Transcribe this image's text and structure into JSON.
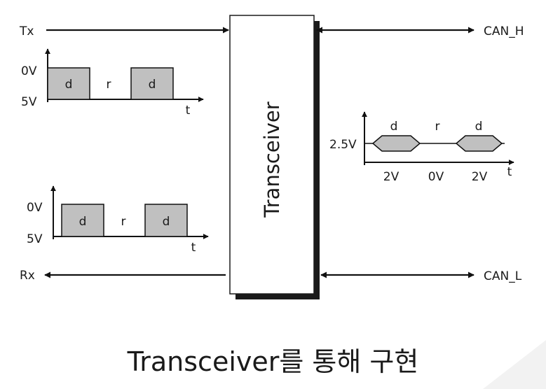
{
  "transceiver": {
    "label": "Transceiver"
  },
  "signals": {
    "tx": "Tx",
    "rx": "Rx",
    "can_h": "CAN_H",
    "can_l": "CAN_L"
  },
  "tx_waveform": {
    "level_top": "0V",
    "level_bottom": "5V",
    "pulse_1": "d",
    "gap": "r",
    "pulse_2": "d",
    "time_axis": "t"
  },
  "rx_waveform": {
    "level_top": "0V",
    "level_bottom": "5V",
    "pulse_1": "d",
    "gap": "r",
    "pulse_2": "d",
    "time_axis": "t"
  },
  "bus_waveform": {
    "level": "2.5V",
    "pulse_1": "d",
    "gap": "r",
    "pulse_2": "d",
    "diff_1": "2V",
    "diff_mid": "0V",
    "diff_2": "2V",
    "time_axis": "t"
  },
  "caption": "Transceiver를 통해 구현",
  "colors": {
    "pulse_fill": "#c0c0c0",
    "line": "#111111",
    "box_shadow": "#1a1a1a"
  }
}
